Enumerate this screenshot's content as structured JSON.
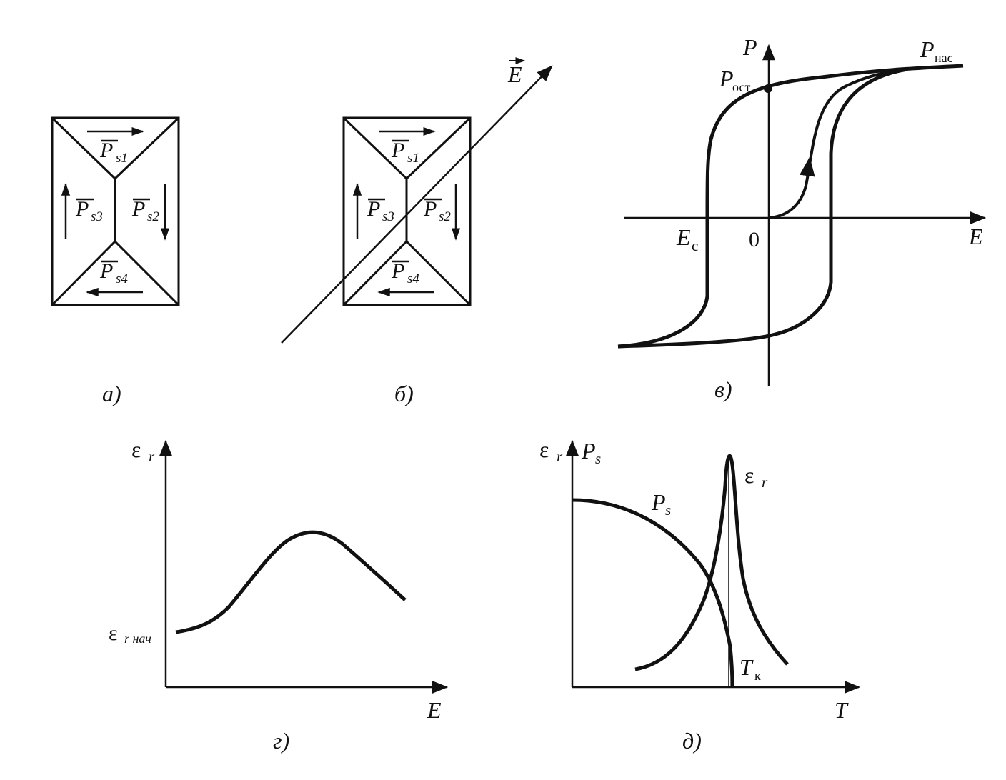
{
  "panels": {
    "a": {
      "caption": "а)",
      "domains": {
        "top": "s1",
        "right": "s2",
        "left": "s3",
        "bottom": "s4"
      }
    },
    "b": {
      "caption": "б)",
      "field": "E",
      "domains": {
        "top": "s1",
        "right": "s2",
        "left": "s3",
        "bottom": "s4"
      }
    },
    "v": {
      "caption": "в)",
      "y_axis": "P",
      "x_axis": "E",
      "origin": "0",
      "coercive_label": "E",
      "coercive_sub": "c",
      "remanent_label": "P",
      "remanent_sub": "ост",
      "saturation_label": "P",
      "saturation_sub": "нас"
    },
    "g": {
      "caption": "г)",
      "y_axis": "ε",
      "y_axis_sub": "r",
      "x_axis": "E",
      "start_label": "ε",
      "start_sub": "r нач"
    },
    "d": {
      "caption": "д)",
      "y_axis_eps": "ε",
      "y_axis_eps_sub": "r",
      "y_axis_p": "P",
      "y_axis_p_sub": "s",
      "x_axis": "T",
      "curve_ps": "P",
      "curve_ps_sub": "s",
      "curve_eps": "ε",
      "curve_eps_sub": "r",
      "curie_label": "T",
      "curie_sub": "к"
    }
  },
  "symbols": {
    "polarization": "P",
    "subscript_prefix": "s"
  },
  "colors": {
    "ink": "#111111",
    "background": "#ffffff"
  }
}
